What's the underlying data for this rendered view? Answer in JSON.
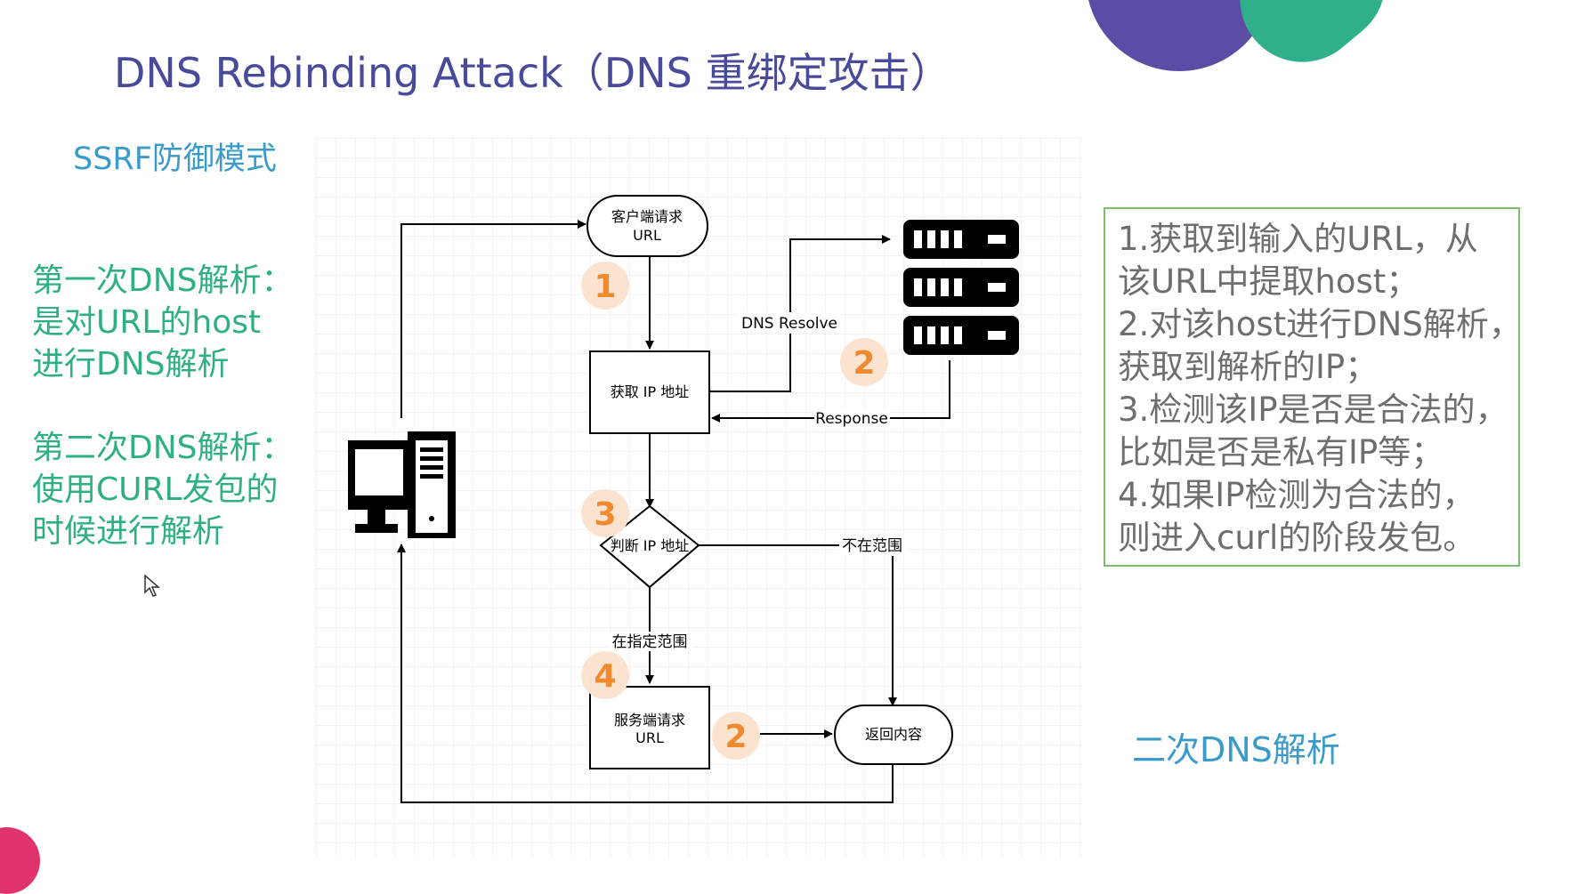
{
  "slide": {
    "title": "DNS Rebinding Attack（DNS 重绑定攻击）",
    "accent_colors": {
      "purple": "#5d4ca6",
      "green": "#2fb08a",
      "pink": "#e0336b"
    }
  },
  "sidebar": {
    "heading": "SSRF防御模式",
    "first_resolution": [
      "第一次DNS解析：",
      "是对URL的host",
      "进行DNS解析"
    ],
    "second_resolution": [
      "第二次DNS解析：",
      "使用CURL发包的",
      "时候进行解析"
    ]
  },
  "steps_box": {
    "lines": [
      "1.获取到输入的URL，从",
      "该URL中提取host；",
      "2.对该host进行DNS解析，",
      "获取到解析的IP；",
      "3.检测该IP是否是合法的，",
      "比如是否是私有IP等；",
      "4.如果IP检测为合法的，",
      "则进入curl的阶段发包。"
    ]
  },
  "second_dns_label": "二次DNS解析",
  "diagram": {
    "nodes": {
      "client_request": [
        "客户端请求",
        "URL"
      ],
      "get_ip": "获取 IP 地址",
      "check_ip": "判断 IP 地址",
      "server_request": [
        "服务端请求",
        "URL"
      ],
      "return_content": "返回内容"
    },
    "edges": {
      "dns_resolve": "DNS Resolve",
      "response": "Response",
      "out_of_range": "不在范围",
      "in_range": "在指定范围"
    },
    "badges": [
      "1",
      "2",
      "3",
      "4",
      "2"
    ],
    "icons": [
      "computer-icon",
      "server-rack-icon",
      "cursor-icon"
    ]
  }
}
